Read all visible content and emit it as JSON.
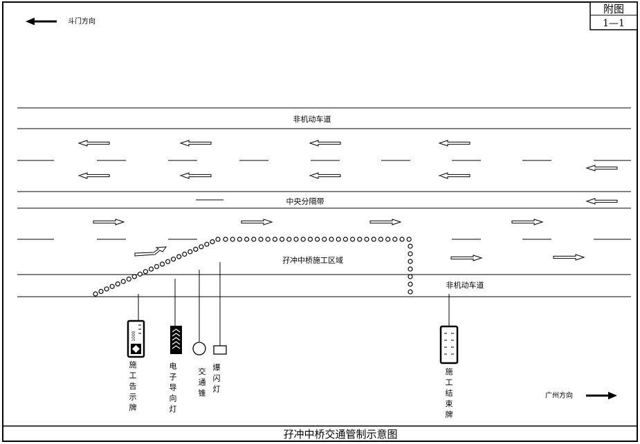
{
  "appendix": {
    "label": "附图",
    "number": "1—1"
  },
  "directions": {
    "west": "斗门方向",
    "east": "广州方向"
  },
  "lanes": {
    "non_motor_top": "非机动车道",
    "median": "中央分隔带",
    "non_motor_bottom": "非机动车道",
    "work_zone": "孖冲中桥施工区域"
  },
  "legend": {
    "start_sign": "施工告示牌",
    "guide_light": "电子导向灯",
    "traffic_cone": "交通锥",
    "flash_light": "爆闪灯",
    "end_sign": "施工结束牌"
  },
  "sign_text": {
    "speed": "1000"
  },
  "caption": "孖冲中桥交通管制示意图",
  "colors": {
    "ink": "#000000",
    "paper": "#ffffff"
  },
  "icons": {
    "direction": "arrow-icon",
    "lane_arrow": "lane-arrow-icon",
    "merge": "merge-arrow-icon",
    "cone": "traffic-cone-icon",
    "flash": "flash-light-icon",
    "start_sign": "construction-sign-icon",
    "guide_light": "guide-light-icon",
    "end_sign": "end-sign-icon"
  }
}
